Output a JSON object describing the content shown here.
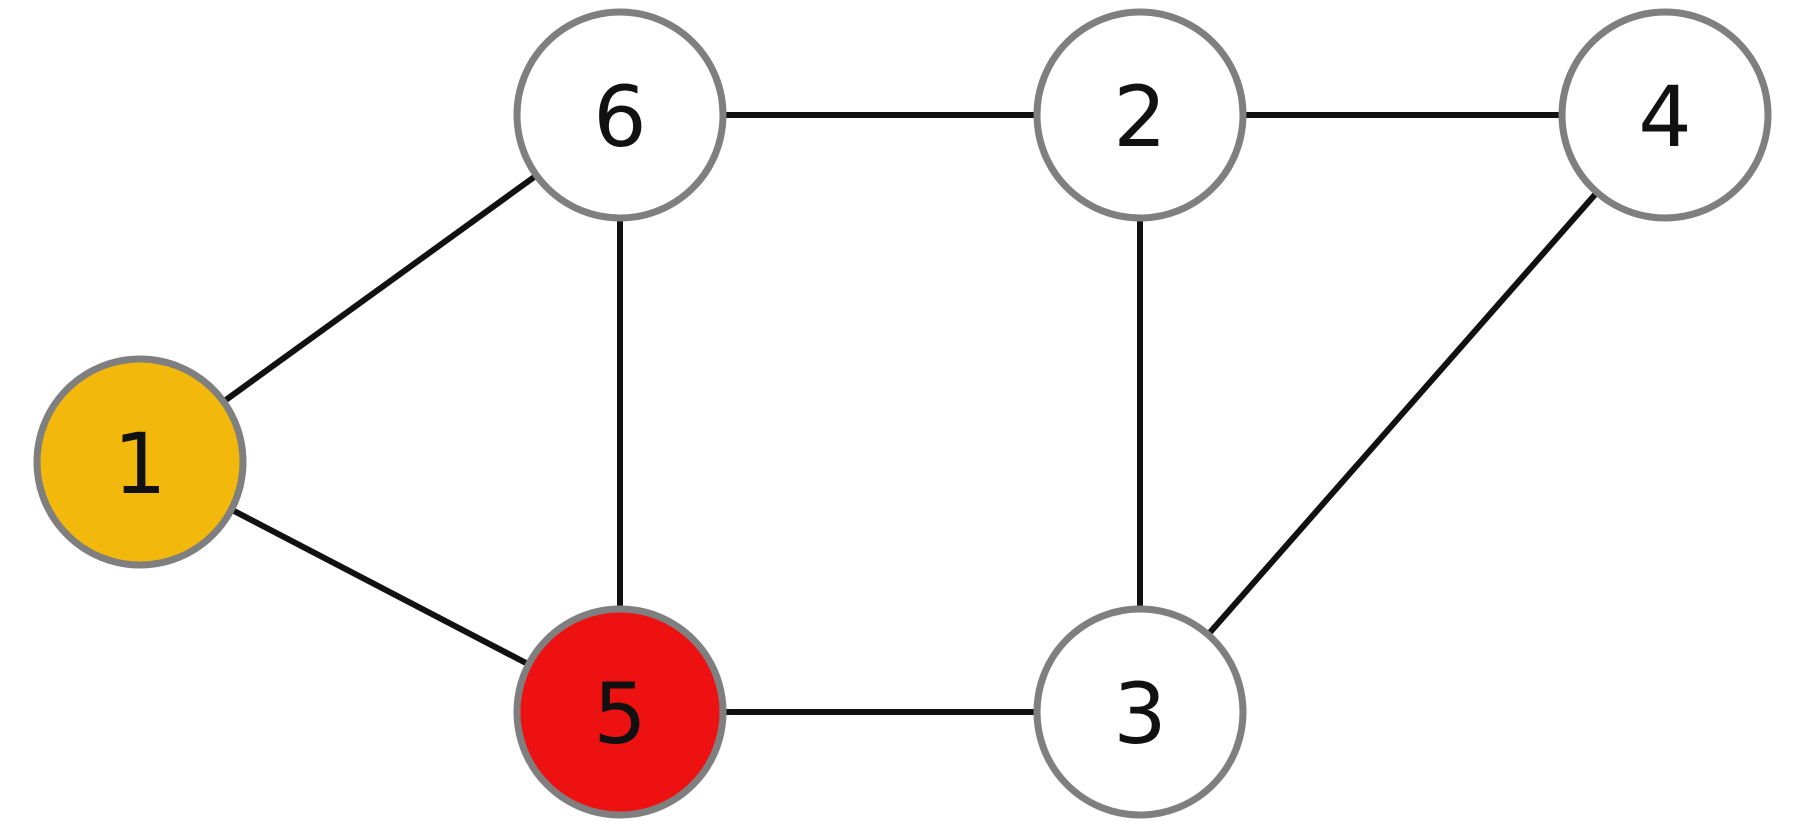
{
  "graph": {
    "nodes": [
      {
        "id": "1",
        "label": "1",
        "fill": "#f3b80c"
      },
      {
        "id": "2",
        "label": "2",
        "fill": "#ffffff"
      },
      {
        "id": "3",
        "label": "3",
        "fill": "#ffffff"
      },
      {
        "id": "4",
        "label": "4",
        "fill": "#ffffff"
      },
      {
        "id": "5",
        "label": "5",
        "fill": "#ee1111"
      },
      {
        "id": "6",
        "label": "6",
        "fill": "#ffffff"
      }
    ],
    "edges": [
      {
        "from": "1",
        "to": "6"
      },
      {
        "from": "1",
        "to": "5"
      },
      {
        "from": "6",
        "to": "2"
      },
      {
        "from": "6",
        "to": "5"
      },
      {
        "from": "2",
        "to": "4"
      },
      {
        "from": "2",
        "to": "3"
      },
      {
        "from": "4",
        "to": "3"
      },
      {
        "from": "5",
        "to": "3"
      }
    ],
    "colors": {
      "node_stroke": "#7f7f7f",
      "edge": "#111111",
      "label": "#111111"
    }
  }
}
